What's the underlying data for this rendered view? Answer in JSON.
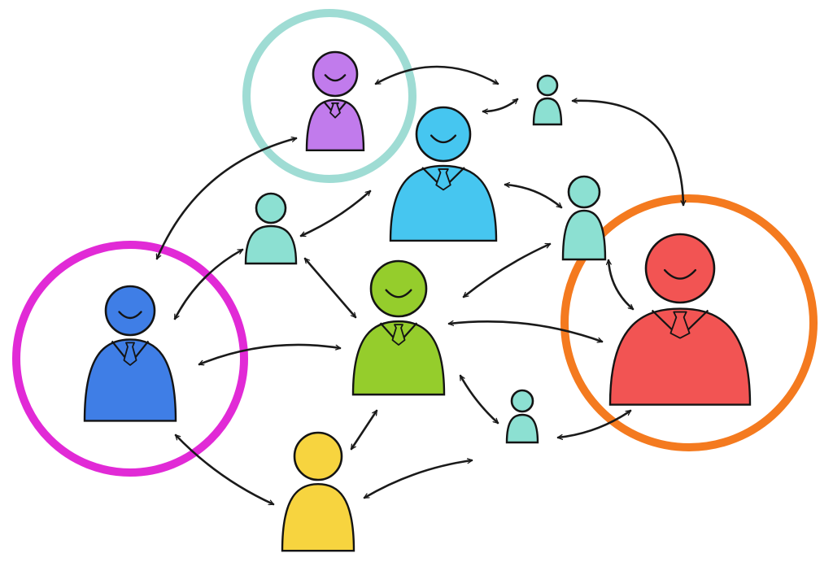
{
  "diagram": {
    "palette": {
      "outline": "#141414",
      "arrow": "#1a1a1a",
      "purple": "#c17bec",
      "sky": "#46c6f0",
      "mint": "#8ce0d2",
      "blue": "#3f7ee6",
      "green": "#95cd2c",
      "red": "#f25453",
      "yellow": "#f7d43f",
      "ring_teal": "#9fdcd4",
      "ring_magenta": "#e12ad6",
      "ring_orange": "#f47a1f"
    },
    "people": [
      {
        "id": "purple-manager",
        "color": "purple",
        "role": "manager",
        "smile": true,
        "ring": "ring_teal"
      },
      {
        "id": "sky-manager",
        "color": "sky",
        "role": "manager",
        "smile": true,
        "ring": ""
      },
      {
        "id": "green-manager",
        "color": "green",
        "role": "manager",
        "smile": true,
        "ring": ""
      },
      {
        "id": "blue-manager",
        "color": "blue",
        "role": "manager",
        "smile": true,
        "ring": "ring_magenta"
      },
      {
        "id": "red-manager",
        "color": "red",
        "role": "manager",
        "smile": true,
        "ring": "ring_orange"
      },
      {
        "id": "yellow-person",
        "color": "yellow",
        "role": "member",
        "smile": false,
        "ring": ""
      },
      {
        "id": "mint-person-top",
        "color": "mint",
        "role": "member",
        "smile": false,
        "ring": ""
      },
      {
        "id": "mint-person-left",
        "color": "mint",
        "role": "member",
        "smile": false,
        "ring": ""
      },
      {
        "id": "mint-person-right",
        "color": "mint",
        "role": "member",
        "smile": false,
        "ring": ""
      },
      {
        "id": "mint-person-bottom",
        "color": "mint",
        "role": "member",
        "smile": false,
        "ring": ""
      }
    ],
    "connections": [
      {
        "from": "purple-manager",
        "to": "mint-person-top"
      },
      {
        "from": "purple-manager",
        "to": "blue-manager"
      },
      {
        "from": "sky-manager",
        "to": "mint-person-top"
      },
      {
        "from": "sky-manager",
        "to": "mint-person-left"
      },
      {
        "from": "sky-manager",
        "to": "mint-person-right"
      },
      {
        "from": "mint-person-top",
        "to": "red-manager"
      },
      {
        "from": "mint-person-left",
        "to": "blue-manager"
      },
      {
        "from": "mint-person-left",
        "to": "green-manager"
      },
      {
        "from": "blue-manager",
        "to": "green-manager"
      },
      {
        "from": "blue-manager",
        "to": "yellow-person"
      },
      {
        "from": "green-manager",
        "to": "mint-person-right"
      },
      {
        "from": "green-manager",
        "to": "red-manager"
      },
      {
        "from": "green-manager",
        "to": "yellow-person"
      },
      {
        "from": "green-manager",
        "to": "mint-person-bottom"
      },
      {
        "from": "mint-person-right",
        "to": "red-manager"
      },
      {
        "from": "mint-person-bottom",
        "to": "red-manager"
      },
      {
        "from": "yellow-person",
        "to": "mint-person-bottom"
      }
    ]
  }
}
